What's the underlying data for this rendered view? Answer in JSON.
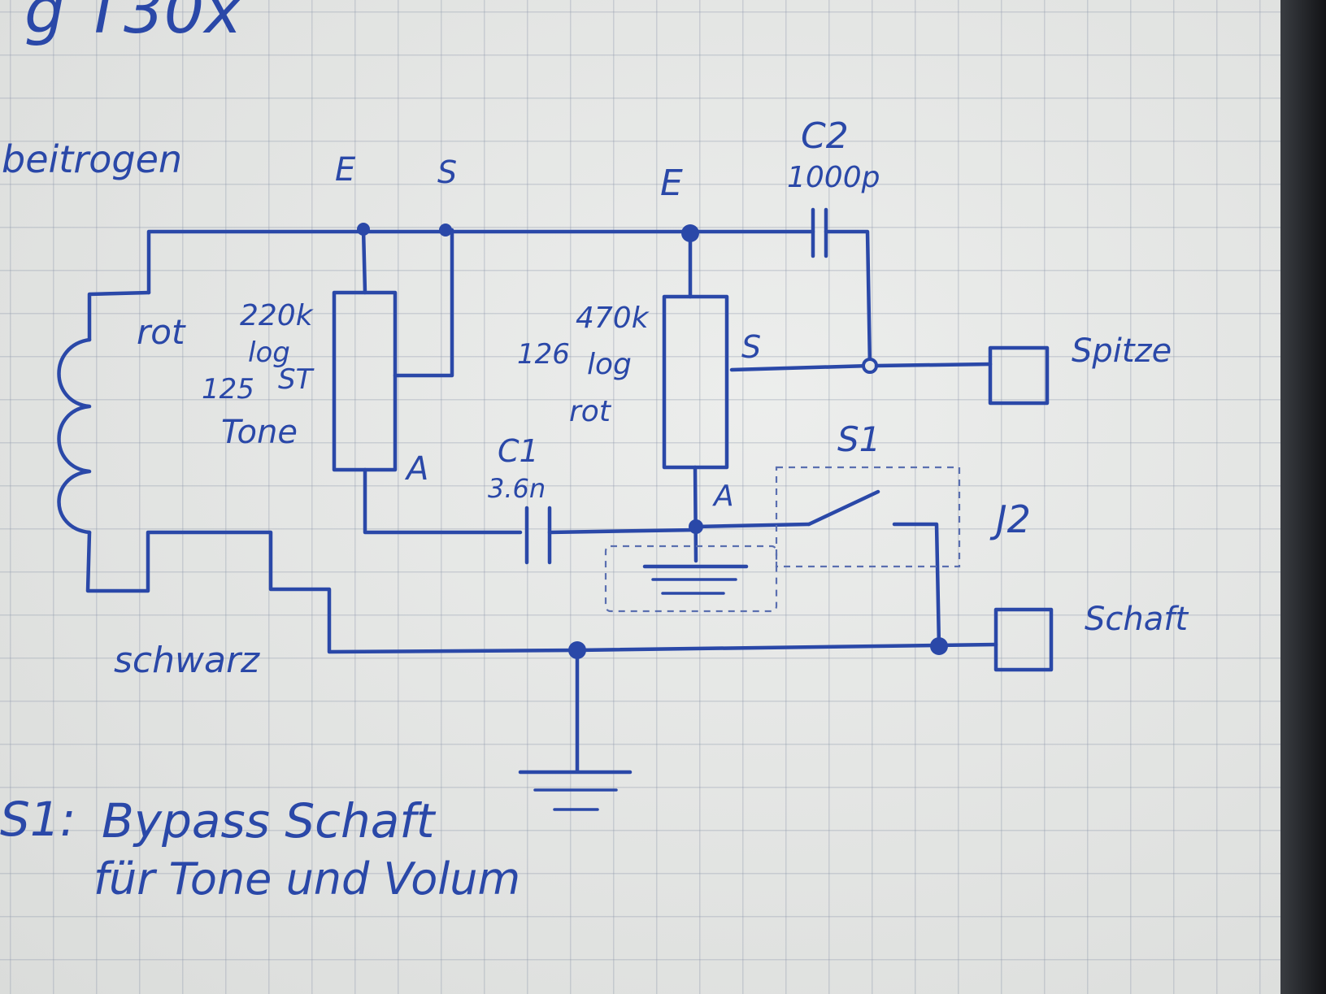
{
  "page": {
    "header_fragment": "g   T30x",
    "source_label": "beitrogen"
  },
  "pickup": {
    "wire_hot": "rot",
    "wire_ground": "schwarz"
  },
  "tone_pot": {
    "value": "220k",
    "taper": "log",
    "extra": "ST",
    "code": "125",
    "function": "Tone",
    "pin_in": "E",
    "pin_wiper": "S",
    "pin_out": "A"
  },
  "volume_pot": {
    "value": "470k",
    "code": "126",
    "taper": "log",
    "color": "rot",
    "pin_in": "E",
    "pin_wiper": "S",
    "pin_out": "A"
  },
  "capacitors": {
    "c1_name": "C1",
    "c1_value": "3.6n",
    "c2_name": "C2",
    "c2_value": "1000p"
  },
  "switch": {
    "name": "S1",
    "group_label": "J2"
  },
  "jack": {
    "tip_label": "Spitze",
    "sleeve_label": "Schaft"
  },
  "note": {
    "line1_prefix": "S1:",
    "line1": "Bypass Schaft",
    "line2": "für Tone und Volum"
  }
}
